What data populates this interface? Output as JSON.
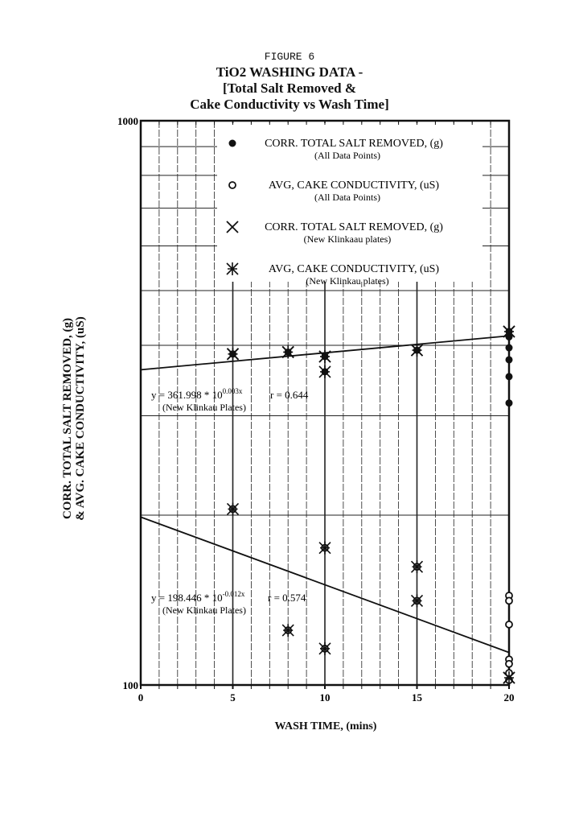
{
  "figure_label": "FIGURE 6",
  "chart_data": {
    "type": "scatter",
    "title": [
      "TiO2 WASHING DATA -",
      "[Total Salt Removed &",
      "Cake Conductivity vs Wash Time]"
    ],
    "xlabel": "WASH TIME, (mins)",
    "ylabel": [
      "CORR. TOTAL SALT REMOVED, (g)",
      "& AVG. CAKE CONDUCTIVITY, (uS)"
    ],
    "xlim": [
      0,
      20
    ],
    "ylim": [
      100,
      1000
    ],
    "yscale": "log",
    "grid": true,
    "x_ticks": [
      "0",
      "5",
      "10",
      "15",
      "20"
    ],
    "y_ticks": [
      "100",
      "1000"
    ],
    "legend_position": "top",
    "series": [
      {
        "name": "CORR. TOTAL SALT REMOVED, (g)",
        "sub": "(All Data Points)",
        "marker": "filled-circle",
        "x": [
          5,
          8,
          10,
          10,
          15,
          20,
          20,
          20,
          20,
          20,
          20
        ],
        "y": [
          386,
          389,
          382,
          359,
          392,
          423,
          414,
          396,
          377,
          352,
          316
        ]
      },
      {
        "name": "AVG, CAKE CONDUCTIVITY, (uS)",
        "sub": "(All Data Points)",
        "marker": "open-circle",
        "x": [
          5,
          8,
          10,
          10,
          15,
          15,
          20,
          20,
          20,
          20,
          20,
          20,
          20
        ],
        "y": [
          205,
          125,
          175,
          116,
          162,
          141,
          144,
          141,
          128,
          111,
          109,
          105,
          102
        ]
      },
      {
        "name": "CORR. TOTAL SALT REMOVED, (g)",
        "sub": "(New Klinkaau plates)",
        "marker": "x",
        "x": [
          5,
          8,
          10,
          15,
          20,
          20
        ],
        "y": [
          386,
          389,
          382,
          392,
          423,
          103
        ]
      },
      {
        "name": "AVG, CAKE CONDUCTIVITY, (uS)",
        "sub": "(New Klinkau plates)",
        "marker": "asterisk",
        "x": [
          5,
          8,
          10,
          10,
          15,
          20,
          5,
          8,
          10,
          10,
          15,
          15,
          20
        ],
        "y": [
          386,
          389,
          382,
          359,
          392,
          423,
          205,
          125,
          175,
          116,
          162,
          141,
          103
        ]
      }
    ],
    "fits": [
      {
        "a": 361.998,
        "b": 0.003,
        "equation": "y = 361.998 * 10",
        "exponent": "0.003x",
        "r": "r = 0.644",
        "note": "(New Klinkau Plates)"
      },
      {
        "a": 198.446,
        "b": -0.012,
        "equation": "y = 198.446 * 10",
        "exponent": "-0.012x",
        "r": "r = 0.574",
        "note": "(New Klinkau Plates)"
      }
    ]
  }
}
